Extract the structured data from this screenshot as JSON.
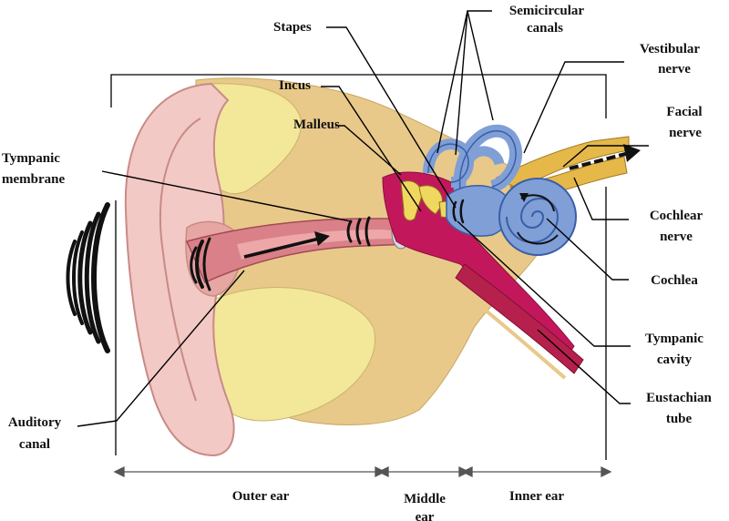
{
  "labels": {
    "stapes": "Stapes",
    "semicircular_1": "Semicircular",
    "semicircular_2": "canals",
    "vestibular_1": "Vestibular",
    "vestibular_2": "nerve",
    "incus": "Incus",
    "facial_1": "Facial",
    "facial_2": "nerve",
    "malleus": "Malleus",
    "tympanic_membrane_1": "Tympanic",
    "tympanic_membrane_2": "membrane",
    "cochlear_1": "Cochlear",
    "cochlear_2": "nerve",
    "cochlea": "Cochlea",
    "tympanic_cavity_1": "Tympanic",
    "tympanic_cavity_2": "cavity",
    "eustachian_1": "Eustachian",
    "eustachian_2": "tube",
    "auditory_1": "Auditory",
    "auditory_2": "canal"
  },
  "regions": {
    "outer": "Outer ear",
    "middle_1": "Middle",
    "middle_2": "ear",
    "inner": "Inner ear"
  },
  "colors": {
    "skin": "#f2c9c4",
    "skin_outline": "#c98a86",
    "canal": "#c9747a",
    "bone": "#e8c98a",
    "cartilage": "#f3e79a",
    "middle_ear": "#c2185b",
    "ossicle": "#f0d860",
    "inner_ear": "#7f9fd6",
    "inner_ear_outline": "#3a5ea8",
    "nerve": "#e6b84a",
    "tube": "#b5204d"
  }
}
